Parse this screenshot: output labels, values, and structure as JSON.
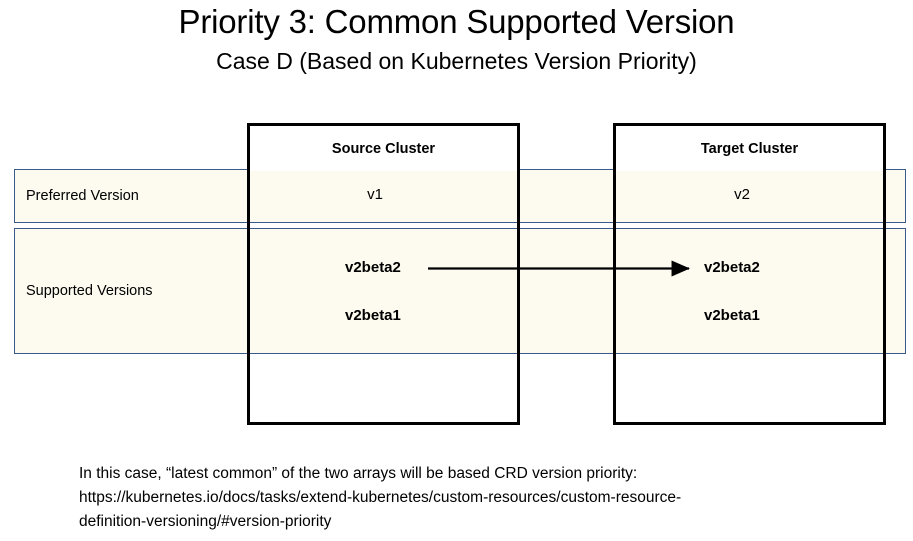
{
  "slide": {
    "title": "Priority 3: Common Supported Version",
    "subtitle": "Case D (Based on Kubernetes Version Priority)"
  },
  "colors": {
    "row_fill": "#FDFAEF",
    "row_border": "#3A5A8C",
    "box_border": "#000000",
    "arrow": "#000000",
    "text": "#000000"
  },
  "table": {
    "row_labels": {
      "preferred": "Preferred Version",
      "supported": "Supported Versions"
    },
    "columns": [
      {
        "id": "source",
        "header": "Source Cluster",
        "preferred_version": "v1",
        "supported_versions": [
          "v2beta2",
          "v2beta1"
        ]
      },
      {
        "id": "target",
        "header": "Target Cluster",
        "preferred_version": "v2",
        "supported_versions": [
          "v2beta2",
          "v2beta1"
        ]
      }
    ]
  },
  "connector": {
    "from_label": "v2beta2",
    "to_label": "v2beta2",
    "direction": "source-to-target",
    "style": "solid-arrow"
  },
  "footer": {
    "line1": "In this case, “latest common” of the two arrays will be based CRD version priority:",
    "line2": "https://kubernetes.io/docs/tasks/extend-kubernetes/custom-resources/custom-resource-",
    "line3": "definition-versioning/#version-priority"
  }
}
